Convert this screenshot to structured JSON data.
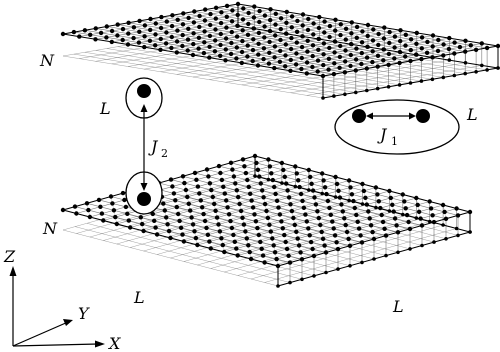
{
  "labels": {
    "N": "N",
    "L": "L",
    "J1": "J",
    "J1_sub": "1",
    "J2": "J",
    "J2_sub": "2",
    "axis_z": "Z",
    "axis_y": "Y",
    "axis_x": "X"
  },
  "colors": {
    "node": "#000000",
    "bond": "#555555",
    "background": "#ffffff"
  },
  "icons": {
    "top_layer": "lattice-slab",
    "bottom_layer": "lattice-slab"
  }
}
